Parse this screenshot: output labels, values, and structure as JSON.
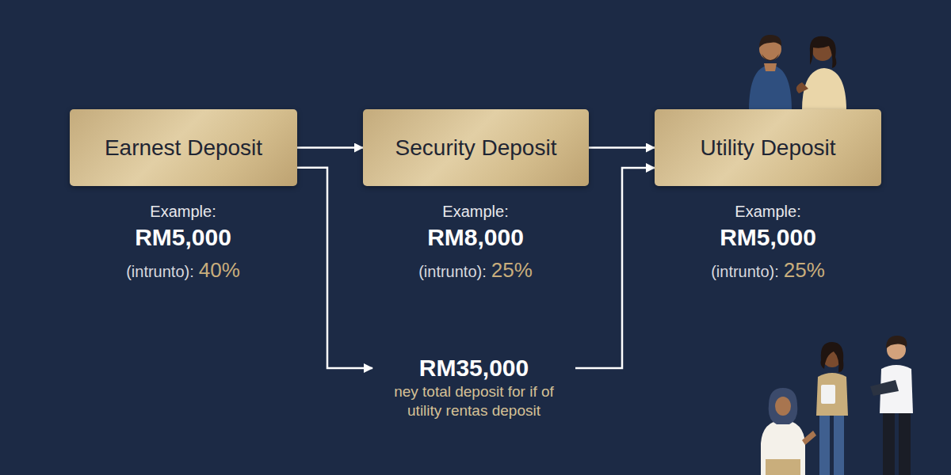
{
  "diagram": {
    "nodes": [
      {
        "text": [
          "Earnest Deposit"
        ]
      },
      {
        "text": [
          "Security Deposit"
        ]
      },
      {
        "text": [
          "Utility Deposit"
        ]
      },
      {
        "text": [
          "RM35,000",
          "ney total deposit for if of utility rentas deposit"
        ]
      }
    ],
    "edges": [
      {
        "from": 0,
        "to": 1,
        "arrow": "to"
      },
      {
        "from": 1,
        "to": 2,
        "arrow": "to"
      },
      {
        "from": 0,
        "to": 3,
        "arrow": "to"
      },
      {
        "from": 3,
        "to": 2,
        "arrow": "to"
      }
    ],
    "labels": [
      "Example:",
      "RM5,000",
      "(intrunto):",
      "40%",
      "Example:",
      "RM8,000",
      "(intrunto):",
      "25%",
      "Example:",
      "RM5,000",
      "(intrunto):",
      "25%"
    ]
  }
}
